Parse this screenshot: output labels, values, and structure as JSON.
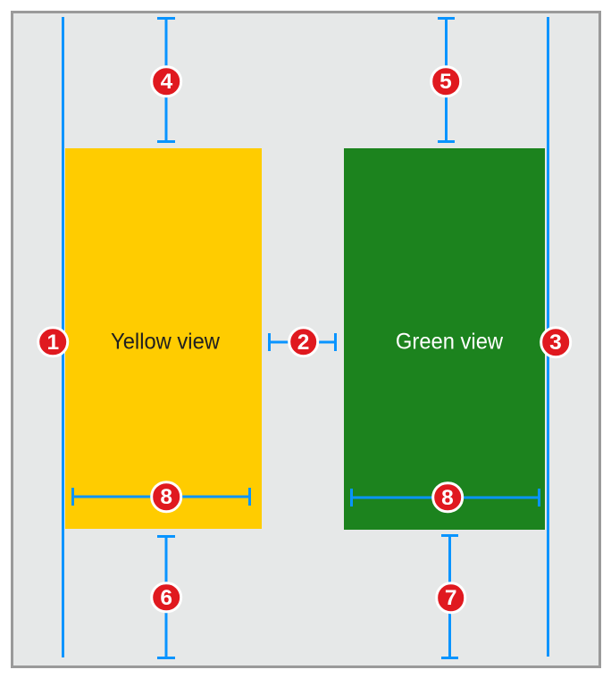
{
  "canvas": {
    "background": "#e6e8e8",
    "frame_border": "#9a9a9a"
  },
  "views": {
    "yellow": {
      "label": "Yellow view",
      "color": "#ffcc00",
      "text_color": "#202020"
    },
    "green": {
      "label": "Green view",
      "color": "#1c831e",
      "text_color": "#ffffff"
    }
  },
  "constraints": {
    "line_color": "#0994ff"
  },
  "badges": {
    "fill": "#e0191f",
    "ring": "#ffffff",
    "text_color": "#ffffff",
    "items": [
      {
        "number": "1"
      },
      {
        "number": "2"
      },
      {
        "number": "3"
      },
      {
        "number": "4"
      },
      {
        "number": "5"
      },
      {
        "number": "6"
      },
      {
        "number": "7"
      },
      {
        "number": "8"
      },
      {
        "number": "8"
      }
    ]
  }
}
